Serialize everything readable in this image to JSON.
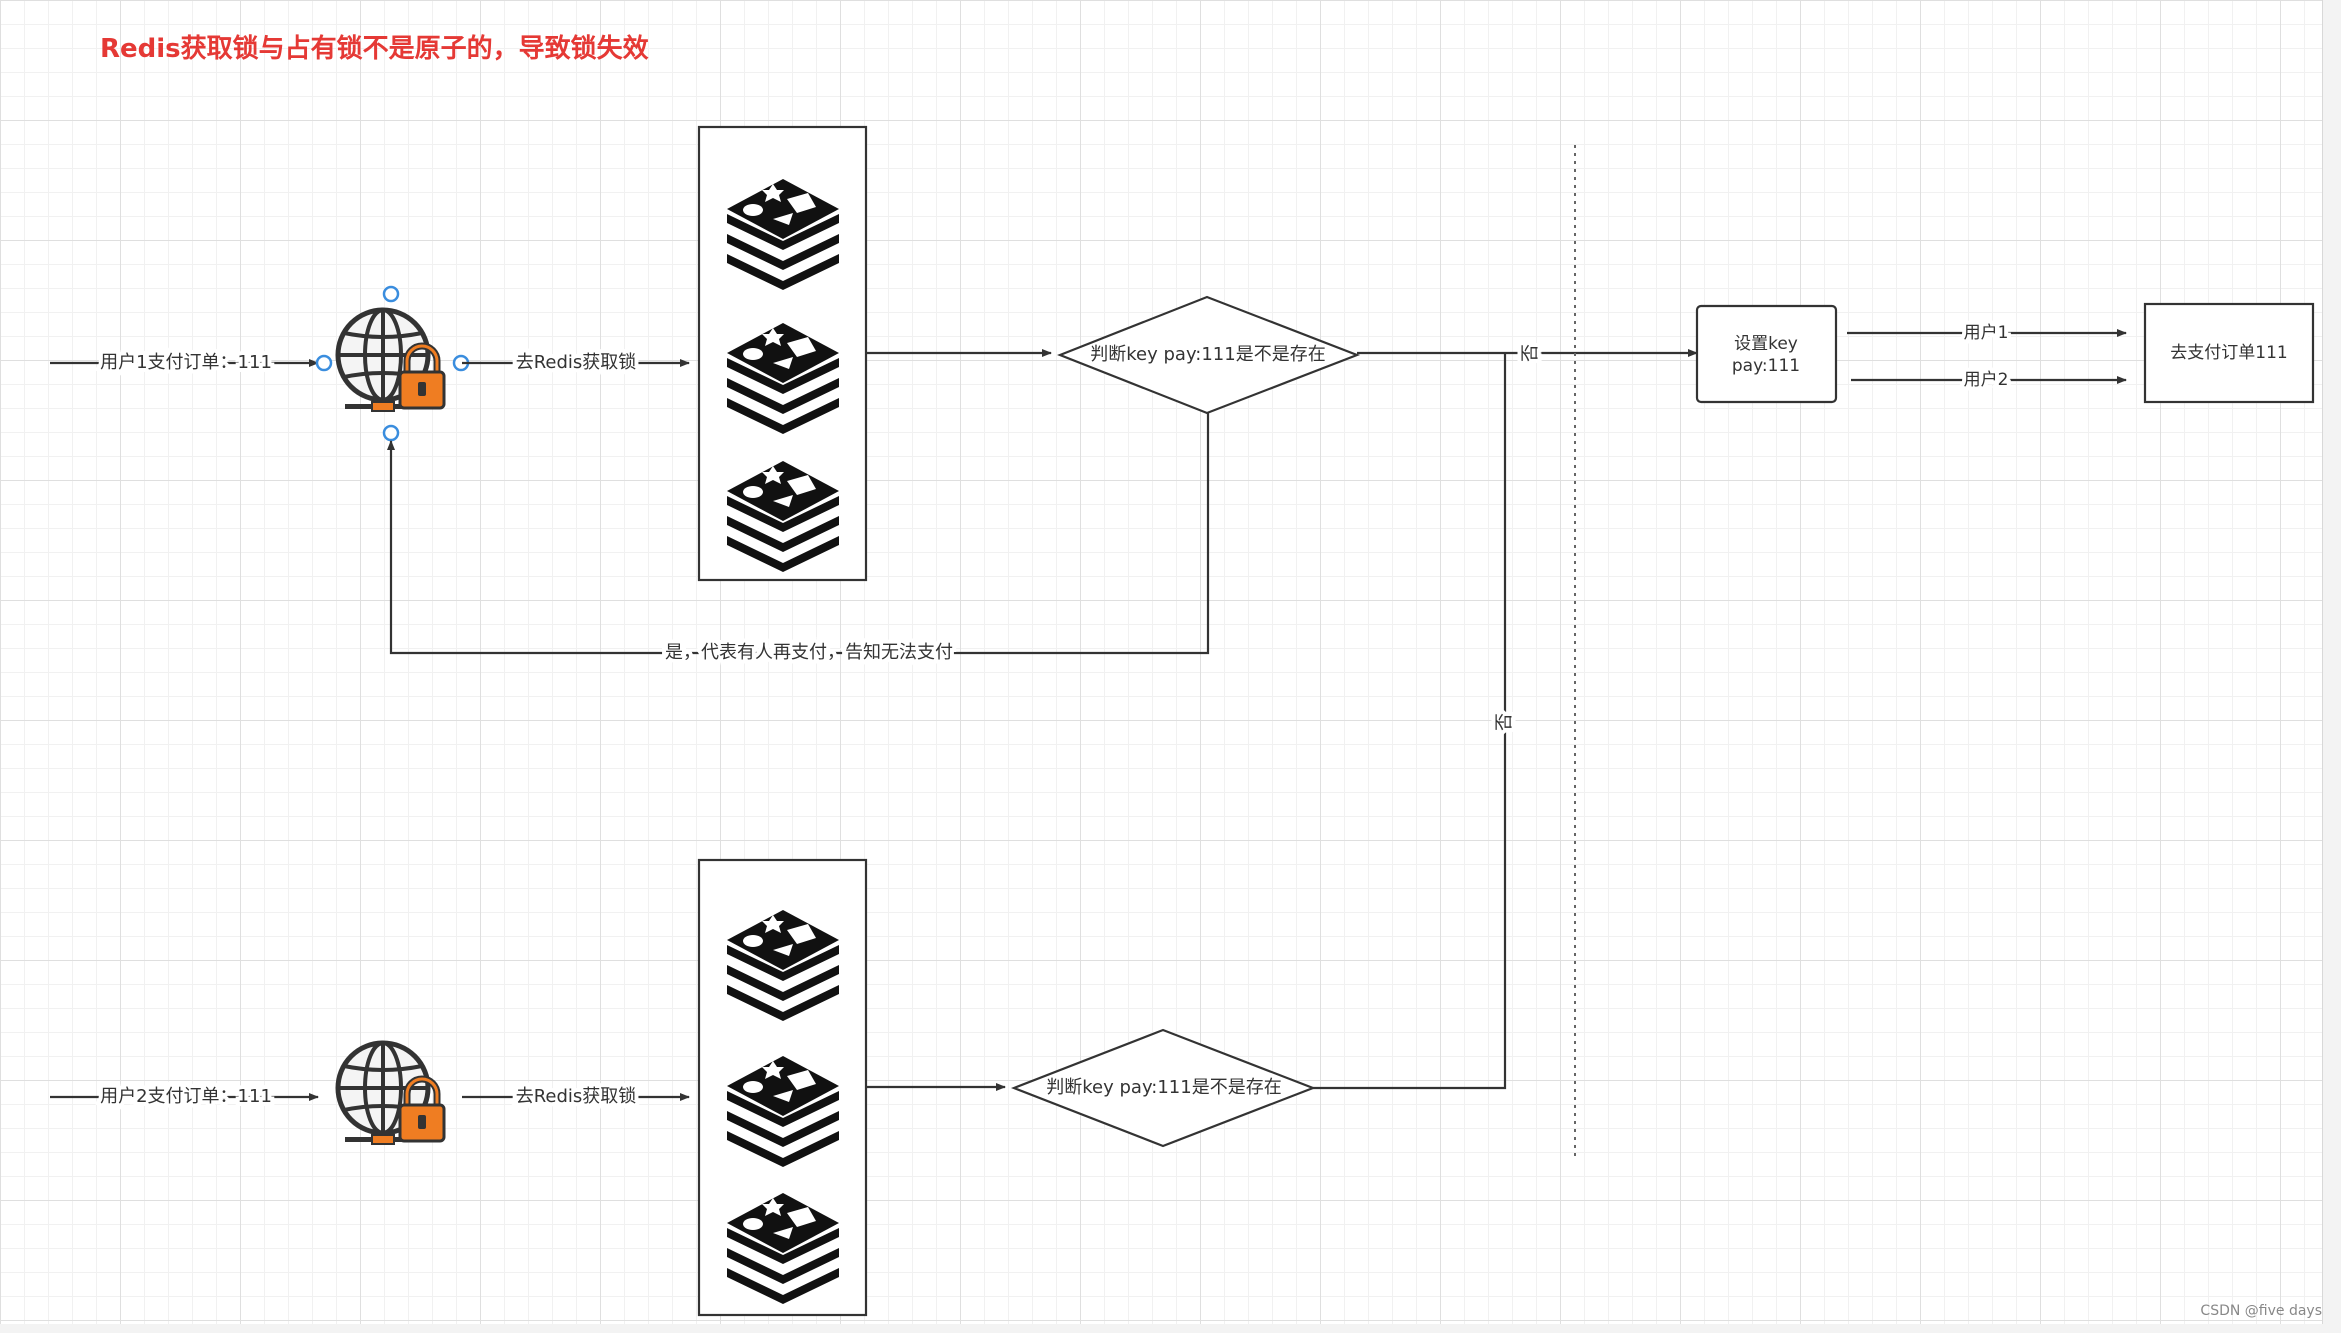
{
  "title": "Redis获取锁与占有锁不是原子的，导致锁失效",
  "flows": [
    {
      "id": "user1",
      "start_label": "用户1支付订单：111",
      "redis_label": "去Redis获取锁",
      "decision_label": "判断key  pay:111是不是存在",
      "yes_label": "是，代表有人再支付，告知无法支付",
      "no_label": "否"
    },
    {
      "id": "user2",
      "start_label": "用户2支付订单：111",
      "redis_label": "去Redis获取锁",
      "decision_label": "判断key  pay:111是不是存在",
      "no_label": "否"
    }
  ],
  "set_key_box": {
    "line1": "设置key",
    "line2": "pay:111"
  },
  "user_arrows": [
    "用户1",
    "用户2"
  ],
  "pay_box": "去支付订单111",
  "watermark": "CSDN @five days",
  "icons": [
    "globe-lock-icon",
    "redis-stack-icon"
  ],
  "colors": {
    "title": "#e53935",
    "lock": "#ef7d22",
    "line": "#333333",
    "handle": "#3a8dde"
  }
}
